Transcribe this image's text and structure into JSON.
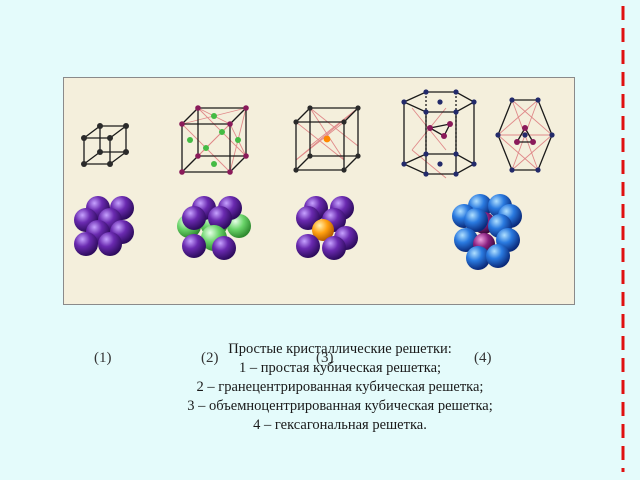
{
  "figure": {
    "labels": [
      "(1)",
      "(2)",
      "(3)",
      "(4)"
    ],
    "colors": {
      "background": "#e4fbfb",
      "panel": "#f4efdc",
      "lattice_line": "#1a1a1a",
      "diagonal_line": "#e08a8a",
      "face_atom": "#44bb44",
      "body_atom": "#ff8800",
      "hex_atom": "#8a1a5a",
      "sphere_purple": "#6a2ab0",
      "sphere_green": "#6ad46a",
      "sphere_orange": "#ffa010",
      "sphere_blue": "#2a7ae0",
      "sphere_magenta": "#8a2080",
      "dash": "#e01010"
    },
    "items": [
      {
        "id": 1,
        "lattice": "simple-cubic"
      },
      {
        "id": 2,
        "lattice": "face-centered-cubic"
      },
      {
        "id": 3,
        "lattice": "body-centered-cubic"
      },
      {
        "id": 4,
        "lattice": "hexagonal"
      }
    ]
  },
  "caption": {
    "title": "Простые кристаллические решетки:",
    "lines": [
      "1 – простая кубическая решетка;",
      "2 – гранецентрированная кубическая решетка;",
      "3 – объемноцентрированная кубическая решетка;",
      "4 – гексагональная решетка."
    ]
  }
}
